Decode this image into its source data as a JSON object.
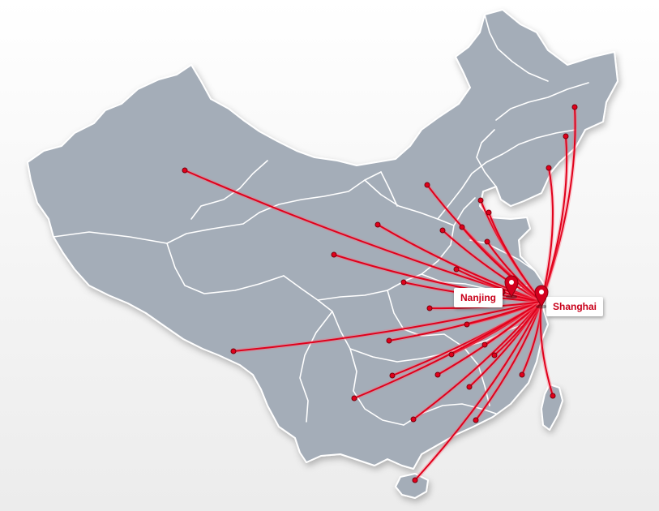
{
  "map": {
    "background_color": "#f4f4f4",
    "land_color": "#a4adb8",
    "border_color": "#ffffff",
    "route_color": "#e0001b",
    "pin_color": "#d4001e"
  },
  "hubs": [
    {
      "id": "shanghai",
      "label": "Shanghai",
      "icon": "map-pin-icon"
    },
    {
      "id": "nanjing",
      "label": "Nanjing",
      "icon": "map-pin-icon"
    }
  ],
  "route_count": 31
}
